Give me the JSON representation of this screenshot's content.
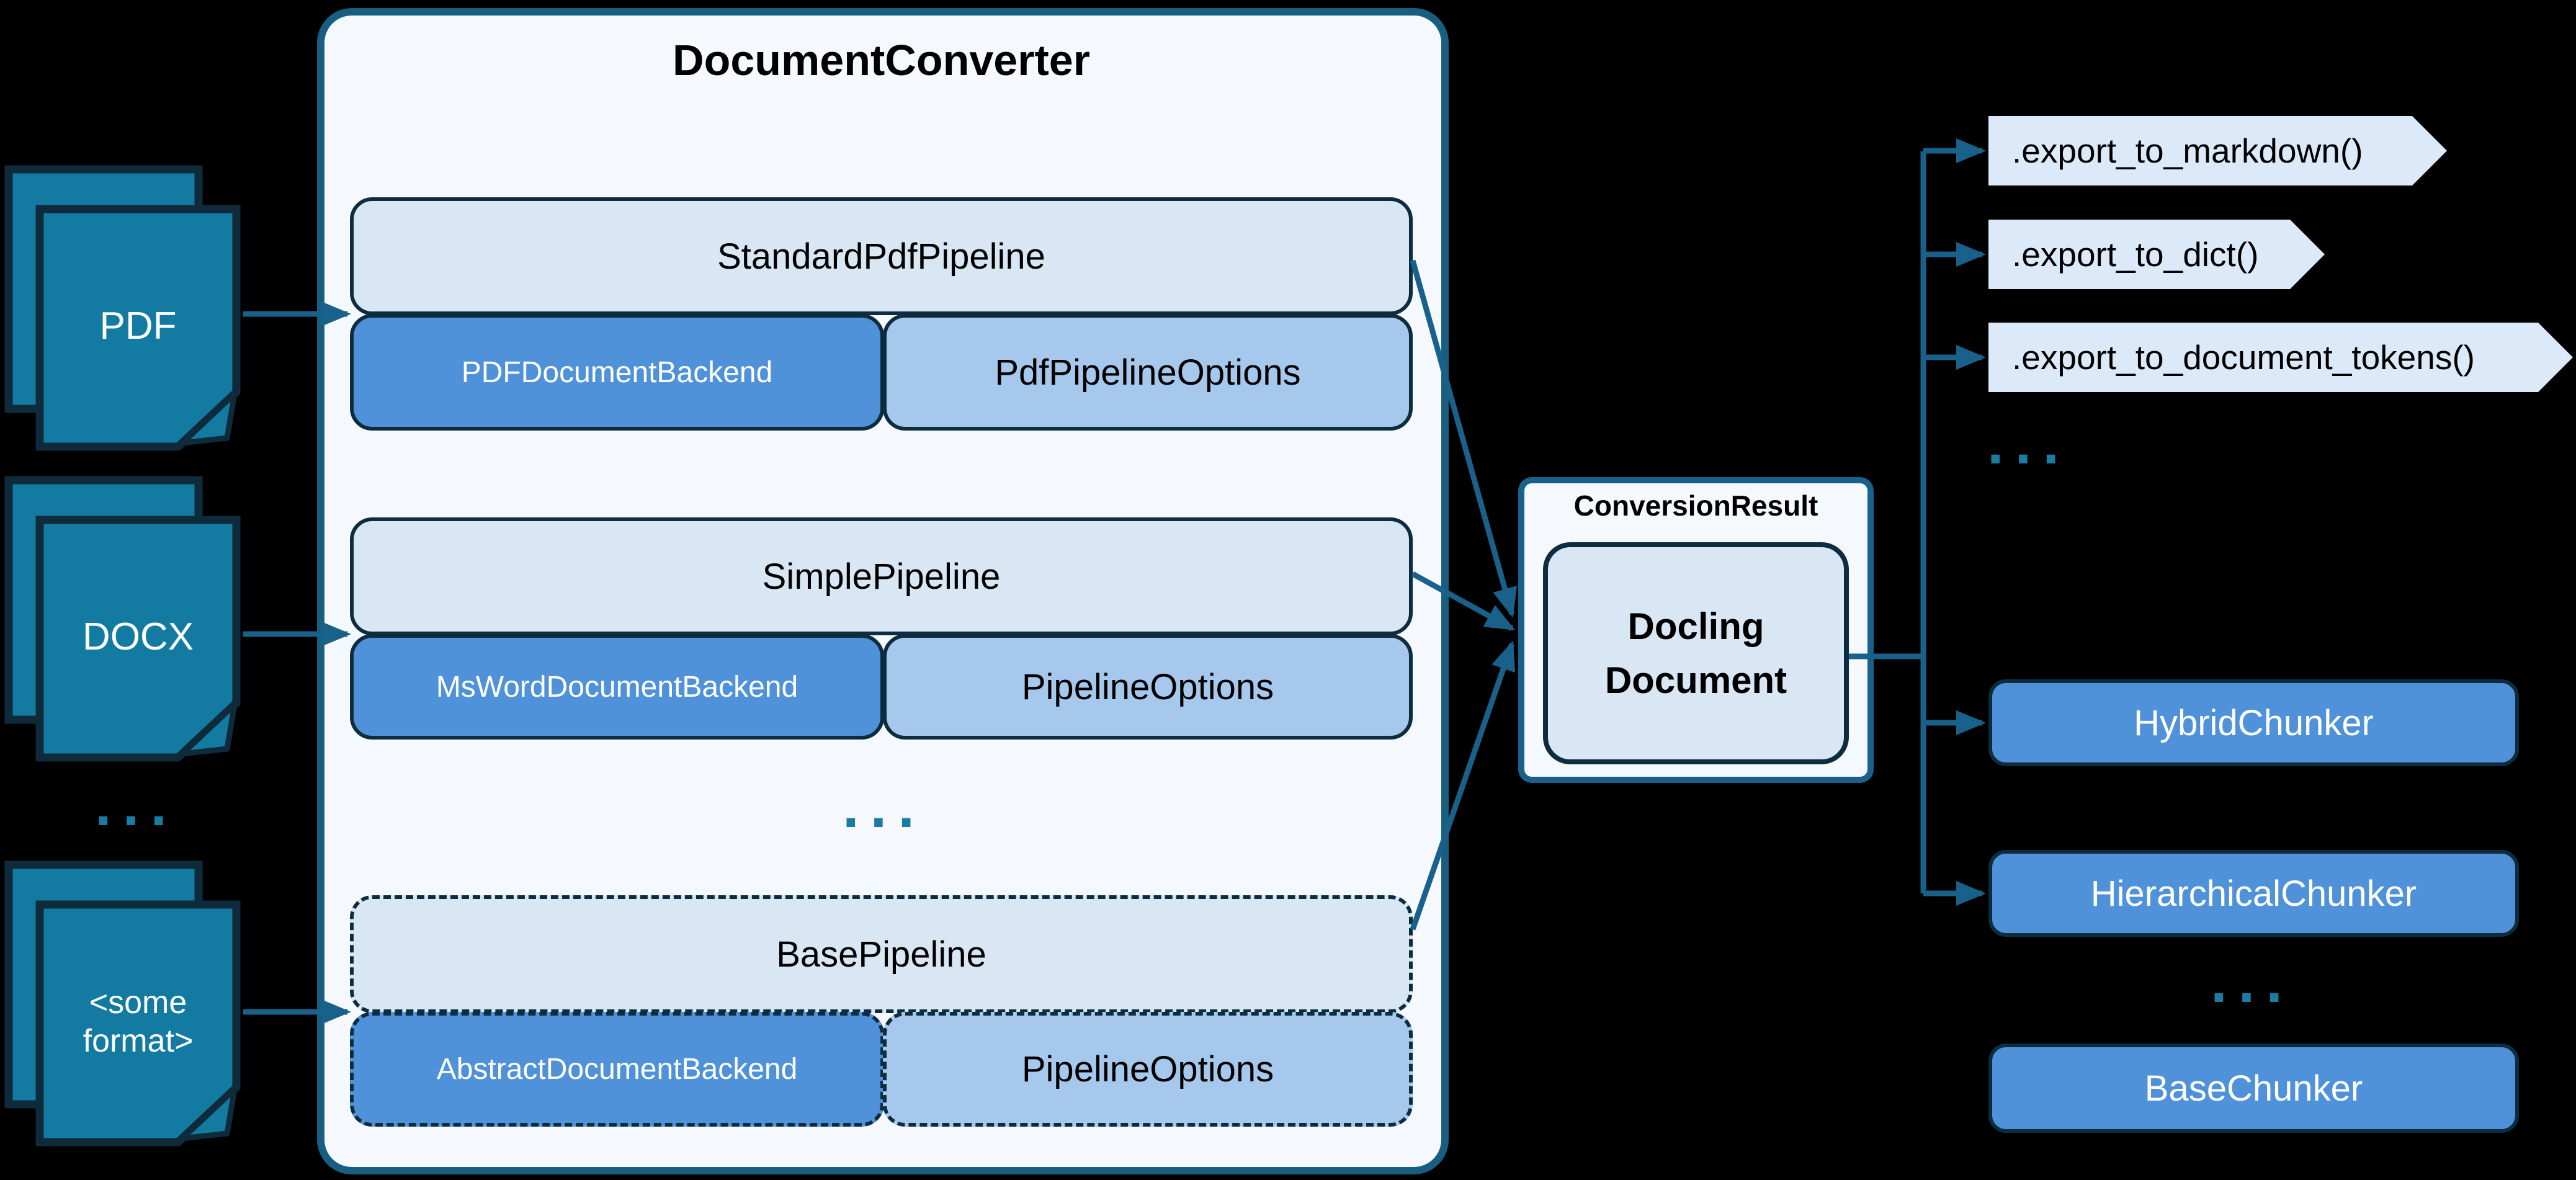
{
  "colors": {
    "background": "#000000",
    "containerFill": "#f5f8fc",
    "containerBorder": "#175e80",
    "boxLight": "#d9e6f4",
    "boxDark": "#0d2d3f",
    "boxMedium": "#a6c8ec",
    "boxBlue": "#4f92d9",
    "chevron": "#dce9f8",
    "docFill": "#137aa1",
    "docBorder": "#0e2a3b",
    "line": "#19618a",
    "dots": "#1b7ca3"
  },
  "inputs": {
    "pdf": "PDF",
    "docx": "DOCX",
    "ellipsis": "...",
    "other": "<some format>"
  },
  "converter": {
    "title": "DocumentConverter",
    "pipelines": [
      {
        "pipeline": "StandardPdfPipeline",
        "backend": "PDFDocumentBackend",
        "options": "PdfPipelineOptions"
      },
      {
        "pipeline": "SimplePipeline",
        "backend": "MsWordDocumentBackend",
        "options": "PipelineOptions"
      },
      {
        "pipeline": "BasePipeline",
        "backend": "AbstractDocumentBackend",
        "options": "PipelineOptions"
      }
    ],
    "ellipsis": "..."
  },
  "result": {
    "label": "ConversionResult",
    "document": "Docling Document"
  },
  "exports": {
    "methods": [
      ".export_to_markdown()",
      ".export_to_dict()",
      ".export_to_document_tokens()"
    ],
    "ellipsis": "..."
  },
  "chunkers": {
    "items": [
      "HybridChunker",
      "HierarchicalChunker"
    ],
    "ellipsis": "...",
    "base": "BaseChunker"
  }
}
